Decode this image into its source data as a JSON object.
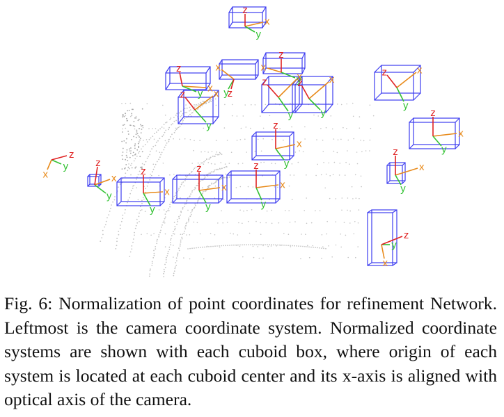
{
  "figure": {
    "axis_letters": {
      "x": "x",
      "y": "y",
      "z": "z"
    },
    "colors": {
      "box": "#3d3df0",
      "x_axis": "#e88a1a",
      "y_axis": "#33c233",
      "z_axis": "#e02222",
      "points": "#c4c4c4"
    }
  },
  "caption": {
    "label": "Fig. 6:",
    "text": "Normalization of point coordinates for refinement Network. Leftmost is the camera coordinate system. Normalized coordinate systems are shown with each cuboid box, where origin of each system is located at each cuboid center and its x-axis is aligned with optical axis of the camera."
  }
}
